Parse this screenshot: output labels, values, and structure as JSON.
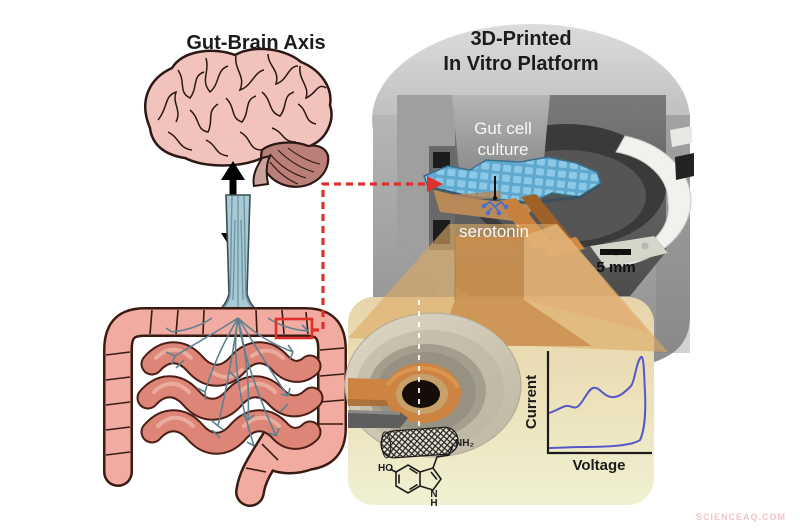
{
  "left": {
    "title": "Gut-Brain Axis"
  },
  "device": {
    "title_line1": "3D-Printed",
    "title_line2": "In Vitro Platform",
    "gut_cell_line1": "Gut cell",
    "gut_cell_line2": "culture",
    "serotonin_label": "serotonin",
    "scale_bar_label": "5 mm"
  },
  "inset": {
    "molecule": {
      "name": "serotonin structure",
      "hydroxyl": "HO",
      "amine": "NH₂",
      "nitrogen": "N",
      "hydrogen": "H"
    },
    "graph": {
      "type": "line",
      "style": "cyclic voltammogram, unlabeled ticks",
      "ylabel": "Current",
      "xlabel": "Voltage",
      "curve_color": "#5558c6",
      "normalized_points_upper": [
        [
          0.0,
          0.38
        ],
        [
          0.17,
          0.45
        ],
        [
          0.25,
          0.42
        ],
        [
          0.43,
          0.65
        ],
        [
          0.55,
          0.56
        ],
        [
          0.75,
          0.68
        ],
        [
          0.89,
          0.96
        ],
        [
          0.93,
          0.6
        ]
      ],
      "normalized_points_lower": [
        [
          0.93,
          0.15
        ],
        [
          0.6,
          0.07
        ],
        [
          0.3,
          0.06
        ],
        [
          0.0,
          0.05
        ]
      ]
    }
  },
  "watermark": "SCIENCEAQ.COM",
  "colors": {
    "accent_red": "#e0302a",
    "cell_blue": "#6fb9dd",
    "copper": "#c8803c",
    "cone_orange": "#dba963",
    "curve_blue": "#5558c6",
    "device_gray": "#a9a9a9",
    "brain_pink": "#f2c3bd",
    "large_intestine_pink": "#f2aba1",
    "small_intestine_pink": "#dd8577",
    "nerve_blue": "#5e8191",
    "watermark_pink": "#f2c4c4"
  }
}
